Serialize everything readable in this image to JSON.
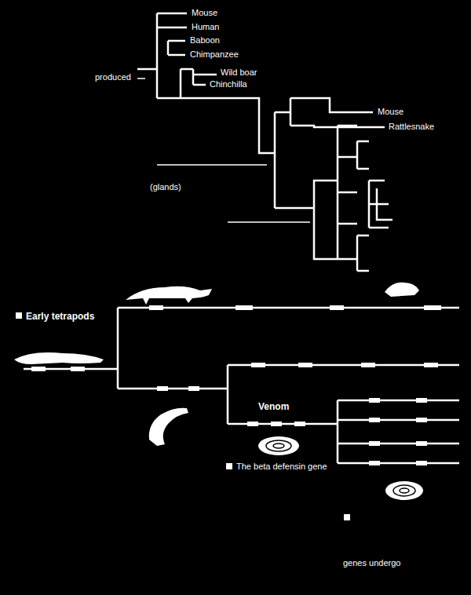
{
  "diagram": {
    "labels": [
      "Mouse",
      "Human",
      "Baboon",
      "Chimpanzee",
      "Wild boar",
      "Chinchilla",
      "Mouse",
      "Rattlesnake",
      "produced",
      "(glands)",
      "Early tetrapods",
      "Venom",
      "The beta defensin gene",
      "genes undergo"
    ]
  }
}
